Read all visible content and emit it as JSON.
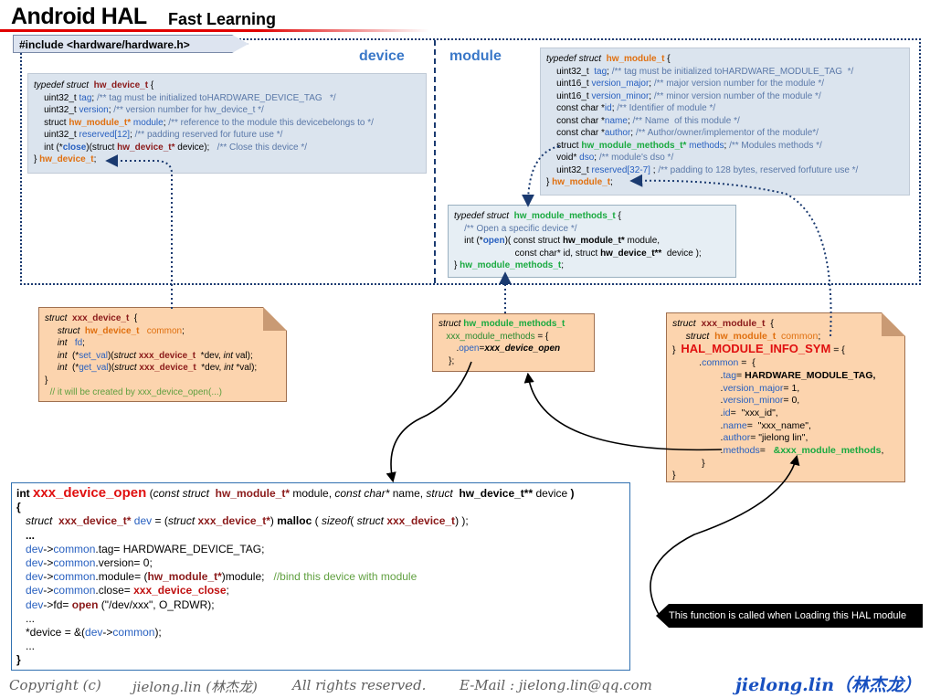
{
  "header": {
    "title": "Android HAL",
    "subtitle": "Fast Learning",
    "include": "#include  <hardware/hardware.h>"
  },
  "labels": {
    "device": "device",
    "module": "module"
  },
  "hw_device_t_struct": [
    "typedef struct  hw_device_t {",
    "    uint32_t tag; /** tag must be initialized toHARDWARE_DEVICE_TAG   */",
    "    uint32_t version; /** version number for hw_device_t */",
    "    struct hw_module_t* module; /** reference to the module this devicebelongs to */",
    "    uint32_t reserved[12]; /** padding reserved for future use */",
    "    int (*close)(struct hw_device_t* device);   /** Close this device */",
    "} hw_device_t;"
  ],
  "hw_module_t_struct": [
    "typedef struct  hw_module_t {",
    "    uint32_t  tag; /** tag must be initialized toHARDWARE_MODULE_TAG  */",
    "    uint16_t version_major; /** major version number for the module */",
    "    uint16_t version_minor; /** minor version number of the module */",
    "    const char *id; /** Identifier of module */",
    "    const char *name; /** Name  of this module */",
    "    const char *author; /** Author/owner/implementor of the module*/",
    "    struct hw_module_methods_t* methods; /** Modules methods */",
    "    void* dso; /** module's dso */",
    "    uint32_t reserved[32-7] ; /** padding to 128 bytes, reserved forfuture use */",
    "} hw_module_t;"
  ],
  "hw_module_methods_t_struct": [
    "typedef struct  hw_module_methods_t {",
    "    /** Open a specific device */",
    "    int (*open)( const struct hw_module_t* module,",
    "                        const char* id, struct hw_device_t**  device );",
    "} hw_module_methods_t;"
  ],
  "xxx_device_t_struct": [
    "struct  xxx_device_t  {",
    "     struct  hw_device_t   common;",
    "     int   fd;",
    "     int  (*set_val)(struct xxx_device_t  *dev, int val);",
    "     int  (*get_val)(struct xxx_device_t  *dev, int *val);",
    "}",
    "  // it will be created by xxx_device_open(...)"
  ],
  "xxx_module_methods_struct": [
    "struct hw_module_methods_t",
    "   xxx_module_methods = {",
    "       .open=xxx_device_open",
    "    };"
  ],
  "xxx_module_t_struct": [
    "struct  xxx_module_t  {",
    "     struct  hw_module_t  common;",
    "}  HAL_MODULE_INFO_SYM = {",
    "          .common =  {",
    "                  .tag= HARDWARE_MODULE_TAG,",
    "                  .version_major= 1,",
    "                  .version_minor= 0,",
    "                  .id=  \"xxx_id\",",
    "                  .name=  \"xxx_name\",",
    "                  .author= \"jielong lin\",",
    "                  .methods=   &xxx_module_methods,",
    "           }",
    "}"
  ],
  "xxx_device_open_func": [
    "int xxx_device_open (const struct  hw_module_t* module, const char* name, struct  hw_device_t** device )",
    "{",
    "   struct  xxx_device_t* dev = (struct xxx_device_t*) malloc ( sizeof( struct xxx_device_t) );",
    "   ...",
    "   dev->common.tag= HARDWARE_DEVICE_TAG;",
    "   dev->common.version= 0;",
    "   dev->common.module= (hw_module_t*)module;   //bind this device with module",
    "   dev->common.close= xxx_device_close;",
    "   dev->fd= open (\"/dev/xxx\", O_RDWR);",
    "   ...",
    "   *device = &(dev->common);",
    "   ...",
    "}"
  ],
  "note": "This function is called when Loading this HAL module",
  "footer": {
    "copyright": "Copyright (c)",
    "author": "jielong.lin (林杰龙)",
    "rights": "All rights reserved.",
    "email": "E-Mail : jielong.lin@qq.com",
    "signature": "jielong.lin（林杰龙）"
  },
  "colors": {
    "type_name": "#8b1a1a",
    "methods_green": "#1aaa40",
    "field_blue": "#2860c0",
    "accent_red": "#e01010",
    "frame_navy": "#1a3a70"
  }
}
